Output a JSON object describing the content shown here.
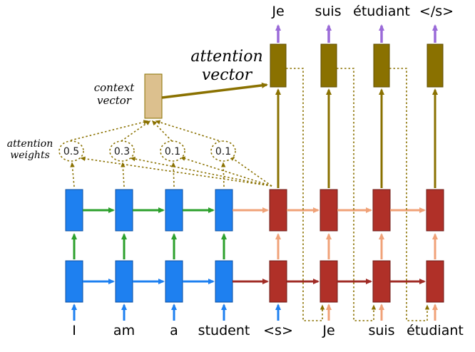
{
  "colors": {
    "encoder": "#1e80f0",
    "decoder": "#b03028",
    "decoder_arrow": "#a02c26",
    "green": "#2ca02c",
    "salmon": "#f0a278",
    "olive": "#8a7100",
    "tan": "#dcc08e",
    "purple": "#9a6ad8",
    "ink": "#000000"
  },
  "words": {
    "inputs": [
      "I",
      "am",
      "a",
      "student",
      "<s>",
      "Je",
      "suis",
      "étudiant"
    ],
    "outputs": [
      "Je",
      "suis",
      "étudiant",
      "</s>"
    ]
  },
  "weights": [
    "0.5",
    "0.3",
    "0.1",
    "0.1"
  ],
  "labels": {
    "attention_vector": {
      "line1": "attention",
      "line2": "vector"
    },
    "context_vector": {
      "line1": "context",
      "line2": "vector"
    },
    "attention_weights": {
      "line1": "attention",
      "line2": "weights"
    }
  }
}
